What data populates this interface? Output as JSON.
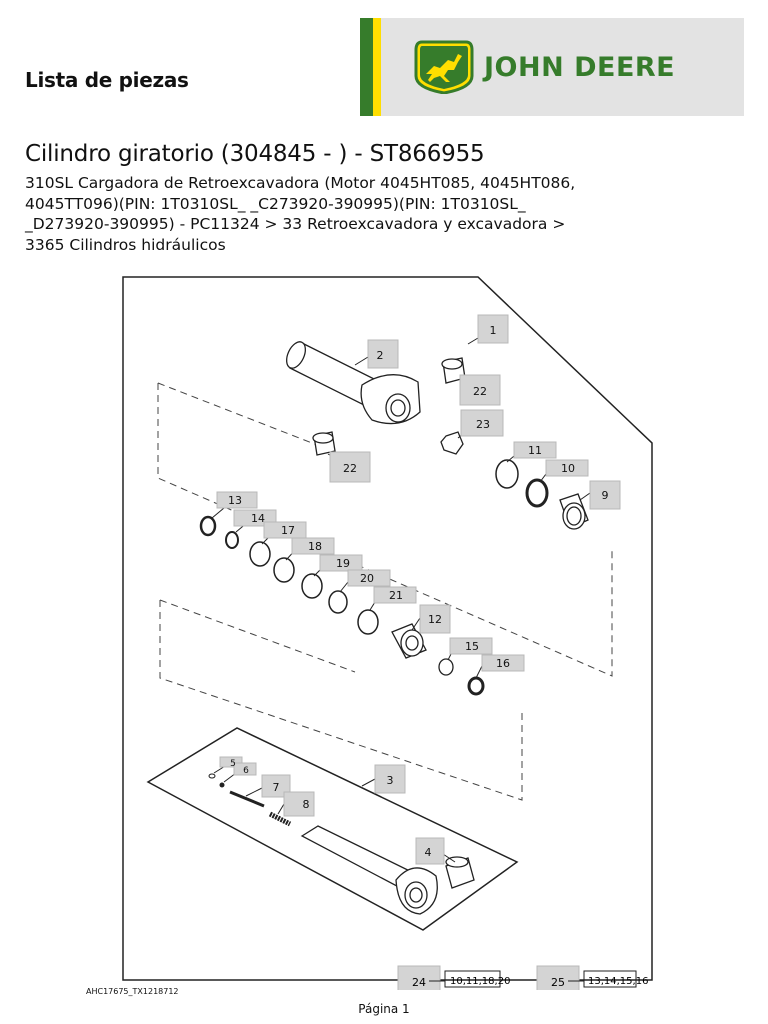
{
  "header": {
    "heading": "Lista de piezas",
    "brand_name": "JOHN DEERE"
  },
  "document": {
    "title": "Cilindro giratorio (304845 - ) - ST866955",
    "subtitle": "310SL Cargadora de Retroexcavadora (Motor 4045HT085, 4045HT086, 4045TT096)(PIN: 1T0310SL_ _C273920-390995)(PIN: 1T0310SL_ _D273920-390995) - PC11324 > 33 Retroexcavadora y excavadora > 3365 Cilindros hidráulicos"
  },
  "diagram": {
    "callouts": [
      "1",
      "2",
      "3",
      "4",
      "5",
      "6",
      "7",
      "8",
      "9",
      "10",
      "11",
      "12",
      "13",
      "14",
      "15",
      "16",
      "17",
      "18",
      "19",
      "20",
      "21",
      "22",
      "22",
      "23"
    ],
    "kits": [
      {
        "number": "24",
        "contents": "10,11,18,20"
      },
      {
        "number": "25",
        "contents": "13,14,15,16"
      }
    ],
    "figure_id": "AHC17675_TX1218712"
  },
  "footer": {
    "page": "Página 1"
  },
  "colors": {
    "brand_green": "#367c2b",
    "brand_yellow": "#ffde00",
    "header_bg": "#e3e3e3",
    "callout_bg": "#d4d4d4"
  }
}
